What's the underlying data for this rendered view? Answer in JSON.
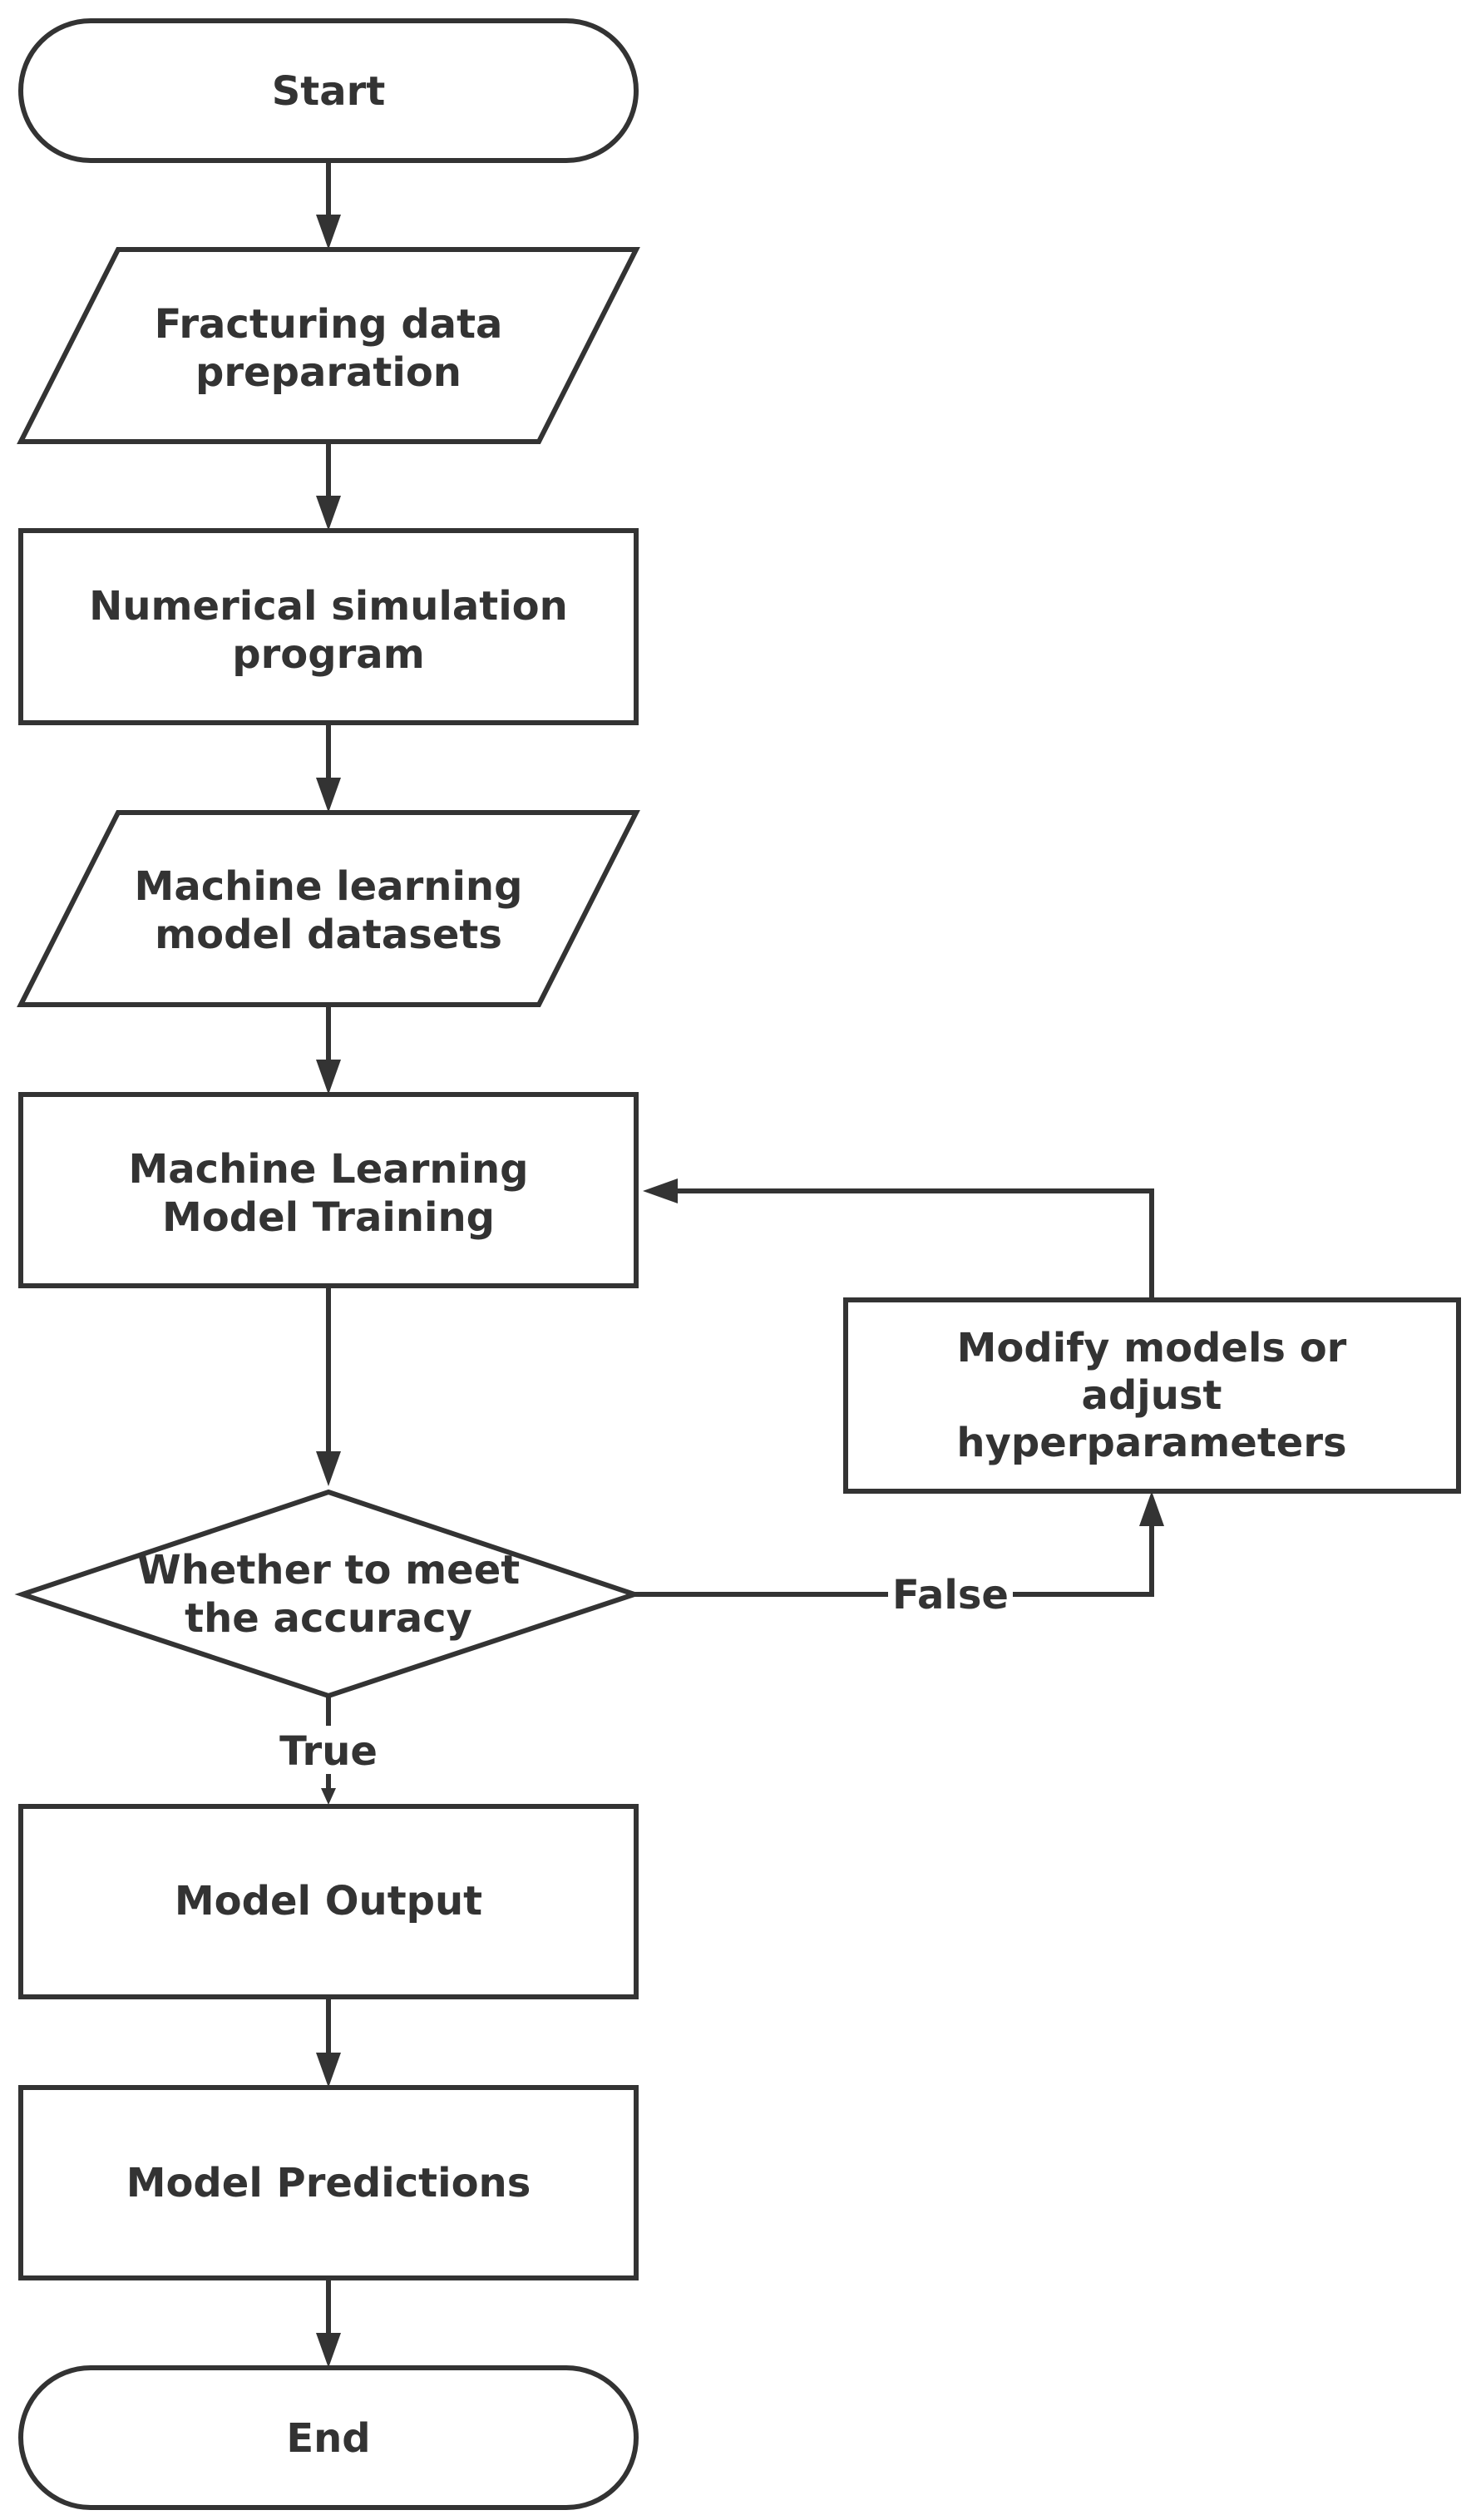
{
  "nodes": {
    "start": {
      "shape": "terminator",
      "lines": [
        "Start"
      ]
    },
    "data_prep": {
      "shape": "parallelogram",
      "lines": [
        "Fracturing data",
        "preparation"
      ]
    },
    "simulation": {
      "shape": "process",
      "lines": [
        "Numerical simulation",
        "program"
      ]
    },
    "datasets": {
      "shape": "parallelogram",
      "lines": [
        "Machine learning",
        "model datasets"
      ]
    },
    "training": {
      "shape": "process",
      "lines": [
        "Machine Learning",
        "Model Training"
      ]
    },
    "decision": {
      "shape": "decision",
      "lines": [
        "Whether to meet",
        "the accuracy"
      ]
    },
    "modify": {
      "shape": "process",
      "lines": [
        "Modify models or",
        "adjust",
        "hyperparameters"
      ]
    },
    "output": {
      "shape": "process",
      "lines": [
        "Model Output"
      ]
    },
    "predictions": {
      "shape": "process",
      "lines": [
        "Model Predictions"
      ]
    },
    "end": {
      "shape": "terminator",
      "lines": [
        "End"
      ]
    }
  },
  "edges": {
    "start_to_prep": {
      "from": "start",
      "to": "data_prep",
      "label": ""
    },
    "prep_to_sim": {
      "from": "data_prep",
      "to": "simulation",
      "label": ""
    },
    "sim_to_datasets": {
      "from": "simulation",
      "to": "datasets",
      "label": ""
    },
    "datasets_to_training": {
      "from": "datasets",
      "to": "training",
      "label": ""
    },
    "training_to_decision": {
      "from": "training",
      "to": "decision",
      "label": ""
    },
    "decision_to_modify": {
      "from": "decision",
      "to": "modify",
      "label": "False"
    },
    "modify_to_training": {
      "from": "modify",
      "to": "training",
      "label": ""
    },
    "decision_to_output": {
      "from": "decision",
      "to": "output",
      "label": "True"
    },
    "output_to_predictions": {
      "from": "output",
      "to": "predictions",
      "label": ""
    },
    "predictions_to_end": {
      "from": "predictions",
      "to": "end",
      "label": ""
    }
  }
}
